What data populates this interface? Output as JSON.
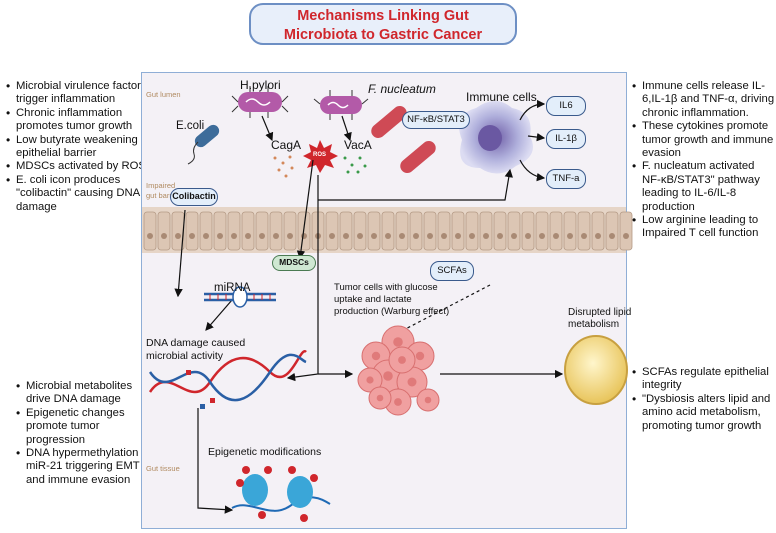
{
  "title": {
    "line1": "Mechanisms Linking Gut",
    "line2": "Microbiota to Gastric Cancer"
  },
  "left_notes_top": [
    "Microbial virulence factors trigger inflammation",
    "Chronic inflammation promotes tumor growth",
    "Low butyrate weakening epithelial barrier",
    "MDSCs  activated by ROS",
    "E. coli icon produces \"colibactin\" causing DNA damage"
  ],
  "left_notes_bottom": [
    "Microbial metabolites drive DNA damage",
    "Epigenetic changes promote tumor progression",
    "DNA hypermethylation + miR-21 triggering EMT and immune evasion"
  ],
  "right_notes_top": [
    "Immune cells release IL-6,IL-1β and TNF-α, driving chronic inflammation.",
    " These cytokines promote tumor growth and immune evasion",
    "F. nucleatum activated NF-κB/STAT3\" pathway leading to IL-6/IL-8 production",
    "Low arginine leading to Impaired T cell function"
  ],
  "right_notes_bottom": [
    "SCFAs regulate epithelial integrity",
    "\"Dysbiosis alters lipid and amino acid metabolism, promoting tumor growth"
  ],
  "regions": {
    "lumen": "Gut lumen",
    "barrier": "Impaired gut barrier",
    "tissue": "Gut tissue"
  },
  "labels": {
    "ecoli": "E.coli",
    "hpylori": "H.pylori",
    "fnucleatum": "F. nucleatum",
    "immune": "Immune cells",
    "caga": "CagA",
    "vaca": "VacA",
    "ros": "ROS",
    "colibactin": "Colibactin",
    "nfkb": "NF-κB/STAT3",
    "il6": "IL6",
    "il1b": "IL-1β",
    "tnf": "TNF-a",
    "mdscs": "MDSCs",
    "scfas": "SCFAs",
    "mirna": "miRNA",
    "dna_damage": [
      "DNA damage caused",
      "microbial activity"
    ],
    "tumor": [
      "Tumor cells with glucose",
      "uptake and lactate",
      "production (Warburg effect)"
    ],
    "lipid": [
      "Disrupted lipid",
      "metabolism"
    ],
    "epigenetic": "Epigenetic modifications"
  },
  "colors": {
    "title_red": "#d0262c",
    "panel_border": "#8faed6",
    "pill_border": "#3a5a8c",
    "bacteria_purple": "#b35aa8",
    "ecoli_blue": "#3d6c9a",
    "tumor_pink": "#f0a0a0"
  }
}
